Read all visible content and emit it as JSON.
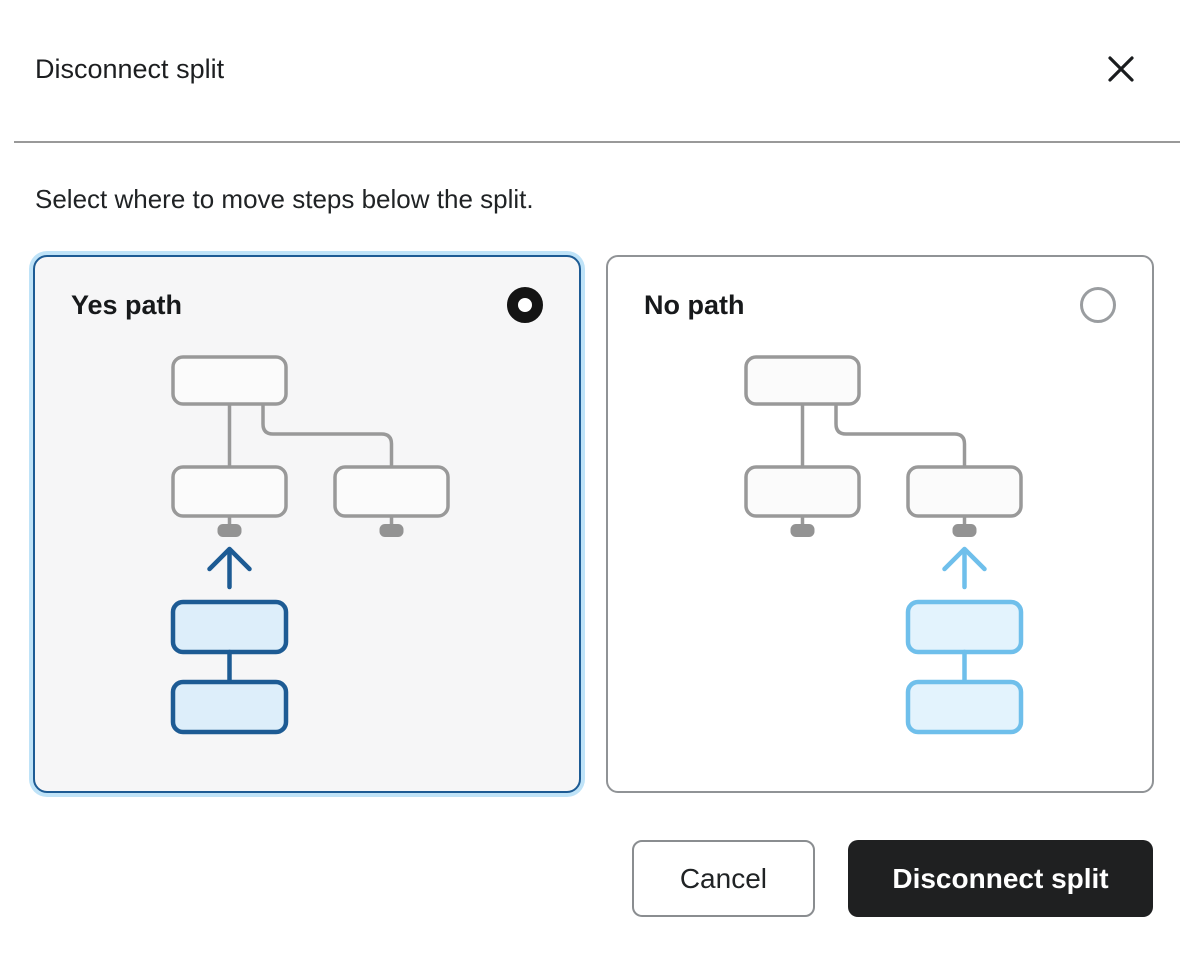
{
  "dialog": {
    "title": "Disconnect split",
    "description": "Select where to move steps below the split."
  },
  "options": [
    {
      "id": "yes-path",
      "label": "Yes path",
      "selected": true,
      "highlighted_branch": "left"
    },
    {
      "id": "no-path",
      "label": "No path",
      "selected": false,
      "highlighted_branch": "right"
    }
  ],
  "footer": {
    "cancel_label": "Cancel",
    "confirm_label": "Disconnect split"
  },
  "icons": {
    "close": "close-icon",
    "radio_selected": "radio-selected-icon",
    "radio_unselected": "radio-unselected-icon"
  },
  "colors": {
    "selected_card_border": "#1d5b94",
    "selected_card_halo": "#bfe3f8",
    "selected_card_bg": "#f6f6f7",
    "unselected_card_border": "#909396",
    "highlight_dark_stroke": "#1d5b94",
    "highlight_dark_fill": "#ddeefa",
    "highlight_light_stroke": "#6fbfeb",
    "highlight_light_fill": "#e3f3fd",
    "diagram_gray": "#999999",
    "confirm_button_bg": "#1f2021",
    "confirm_button_text": "#ffffff",
    "radio_selected": "#141414",
    "radio_unselected": "#9a9da0"
  }
}
